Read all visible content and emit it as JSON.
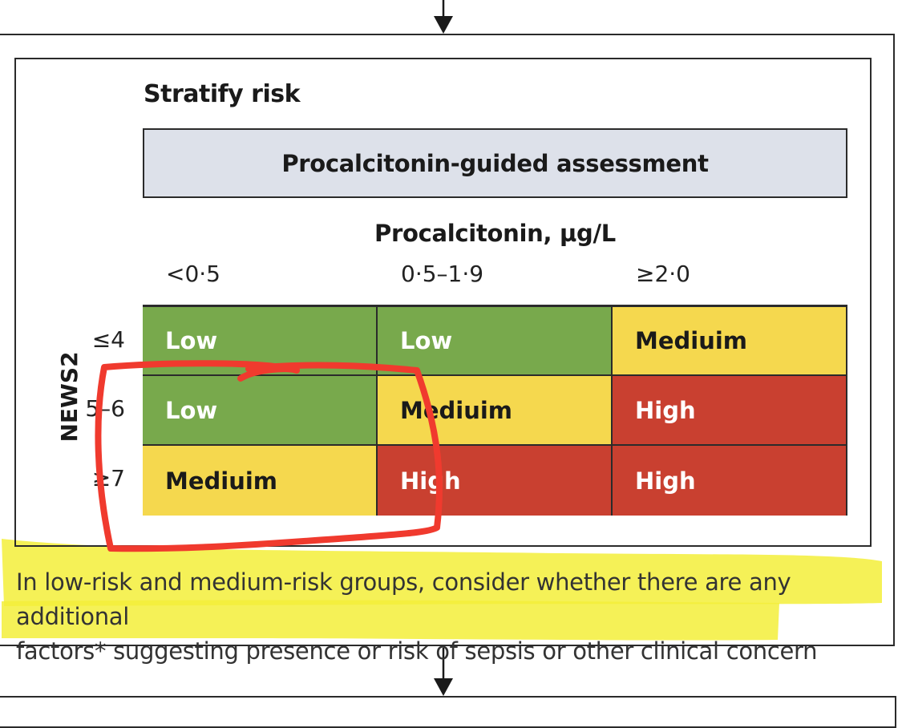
{
  "section": {
    "title": "Stratify risk",
    "banner": "Procalcitonin-guided assessment"
  },
  "matrix": {
    "column_axis_title": "Procalcitonin, µg/L",
    "row_axis_title": "NEWS2",
    "columns": [
      "<0·5",
      "0·5–1·9",
      "≥2·0"
    ],
    "rows": [
      {
        "label": "≤4",
        "cells": [
          {
            "text": "Low",
            "level": "low"
          },
          {
            "text": "Low",
            "level": "low"
          },
          {
            "text": "Mediuim",
            "level": "medium"
          }
        ]
      },
      {
        "label": "5–6",
        "cells": [
          {
            "text": "Low",
            "level": "low"
          },
          {
            "text": "Mediuim",
            "level": "medium"
          },
          {
            "text": "High",
            "level": "high"
          }
        ]
      },
      {
        "label": "≥7",
        "cells": [
          {
            "text": "Mediuim",
            "level": "medium"
          },
          {
            "text": "High",
            "level": "high"
          },
          {
            "text": "High",
            "level": "high"
          }
        ]
      }
    ]
  },
  "note": {
    "line1": "In low-risk and medium-risk groups, consider whether there are any additional",
    "line2": "factors* suggesting presence or risk of sepsis or other clinical concern"
  },
  "colors": {
    "low": "#78a94c",
    "medium": "#f5d84e",
    "high": "#c94030",
    "banner": "#dde1ea",
    "annotation_circle": "#f03a2e",
    "annotation_highlight": "#f3ef3a"
  }
}
